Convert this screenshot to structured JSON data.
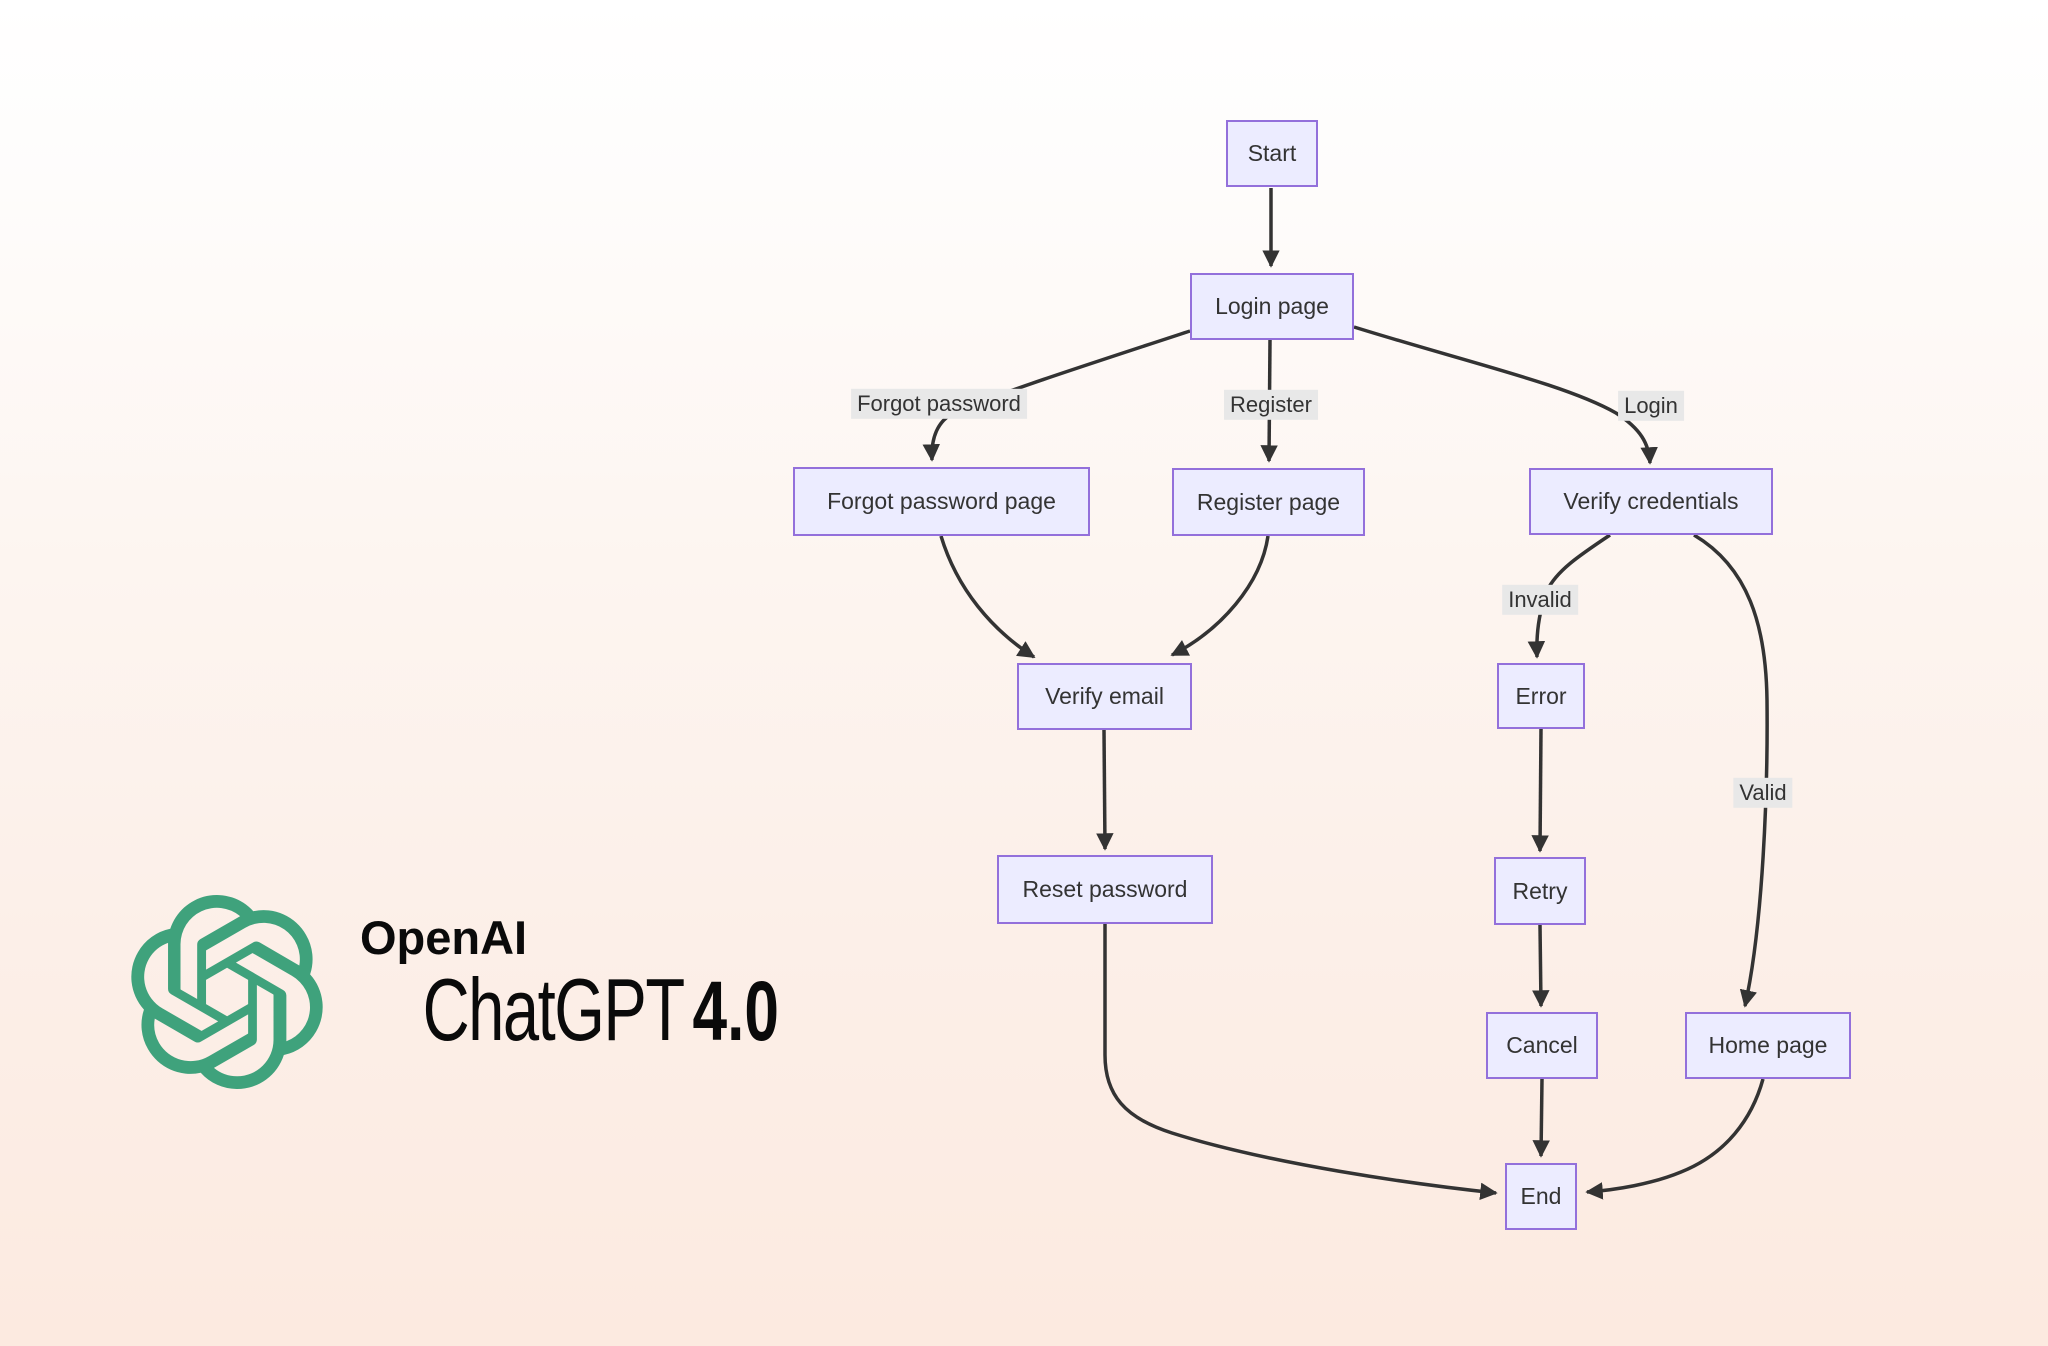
{
  "diagram": {
    "nodes": {
      "start": {
        "label": "Start"
      },
      "login_page": {
        "label": "Login page"
      },
      "forgot_password_page": {
        "label": "Forgot password page"
      },
      "register_page": {
        "label": "Register page"
      },
      "verify_credentials": {
        "label": "Verify credentials"
      },
      "verify_email": {
        "label": "Verify email"
      },
      "error": {
        "label": "Error"
      },
      "reset_password": {
        "label": "Reset password"
      },
      "retry": {
        "label": "Retry"
      },
      "cancel": {
        "label": "Cancel"
      },
      "home_page": {
        "label": "Home page"
      },
      "end": {
        "label": "End"
      }
    },
    "edge_labels": {
      "forgot_password": "Forgot password",
      "register": "Register",
      "login": "Login",
      "invalid": "Invalid",
      "valid": "Valid"
    },
    "edges": [
      {
        "from": "Start",
        "to": "Login page"
      },
      {
        "from": "Login page",
        "to": "Forgot password page",
        "label": "Forgot password"
      },
      {
        "from": "Login page",
        "to": "Register page",
        "label": "Register"
      },
      {
        "from": "Login page",
        "to": "Verify credentials",
        "label": "Login"
      },
      {
        "from": "Forgot password page",
        "to": "Verify email"
      },
      {
        "from": "Register page",
        "to": "Verify email"
      },
      {
        "from": "Verify email",
        "to": "Reset password"
      },
      {
        "from": "Verify credentials",
        "to": "Error",
        "label": "Invalid"
      },
      {
        "from": "Verify credentials",
        "to": "Home page",
        "label": "Valid"
      },
      {
        "from": "Error",
        "to": "Retry"
      },
      {
        "from": "Retry",
        "to": "Cancel"
      },
      {
        "from": "Cancel",
        "to": "End"
      },
      {
        "from": "Home page",
        "to": "End"
      },
      {
        "from": "Reset password",
        "to": "End"
      }
    ]
  },
  "branding": {
    "company": "OpenAI",
    "product": "ChatGPT",
    "version": "4.0"
  },
  "colors": {
    "node_fill": "#ECECFF",
    "node_border": "#9370DB",
    "edge_stroke": "#333333",
    "edge_label_bg": "#E8E8E8",
    "text": "#333333",
    "logo_green": "#3FA27C",
    "bg_top": "#FFFFFF",
    "bg_bottom": "#FCEAE0"
  }
}
